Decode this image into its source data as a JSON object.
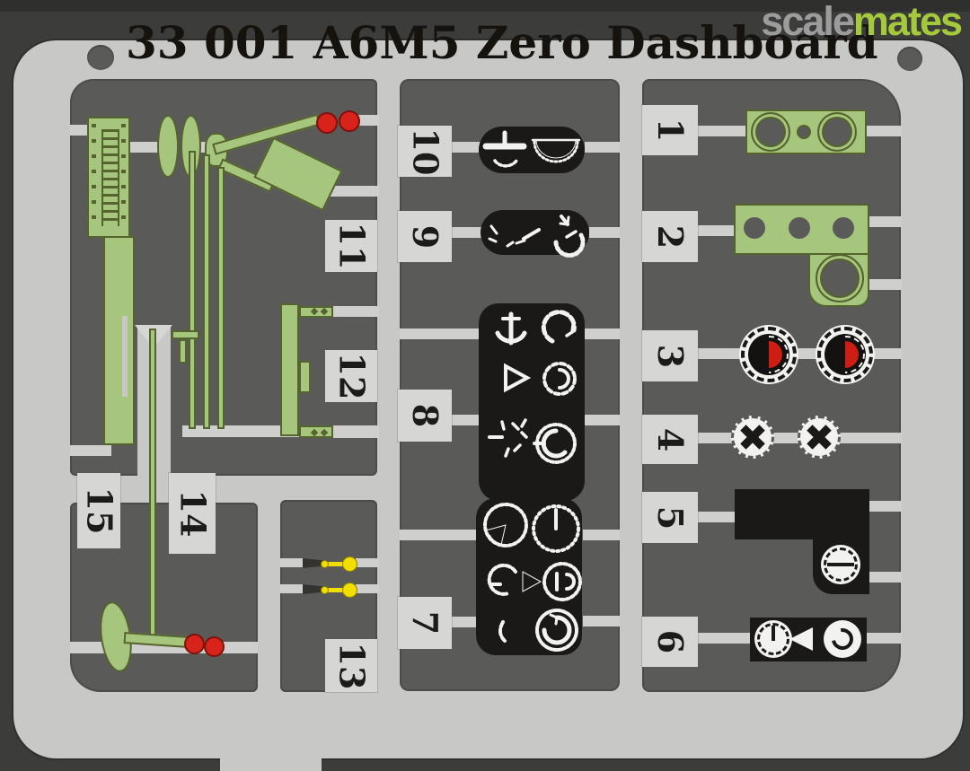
{
  "header": {
    "title": "33 001 A6M5 Zero Dashboard"
  },
  "watermark": {
    "scale": "scale",
    "mates": "mates"
  },
  "tabs": {
    "n1": "1",
    "n2": "2",
    "n3": "3",
    "n4": "4",
    "n5": "5",
    "n6": "6",
    "n7": "7",
    "n8": "8",
    "n9": "9",
    "n10": "10",
    "n11": "11",
    "n12": "12",
    "n13": "13",
    "n14": "14",
    "n15": "15"
  },
  "colors": {
    "background": "#3c3c3a",
    "frame": "#c8c8c6",
    "cutout": "#5a5a58",
    "runner": "#cfcfcd",
    "tab": "#d6d6d4",
    "part_green": "#a6c57d",
    "part_green_edge": "#55632f",
    "knob_red": "#d7231a",
    "tip_yellow": "#f2de00",
    "horizon_blue": "#6cb6e4",
    "panel_black": "#1b1917",
    "dial_white": "#f2f2f0",
    "dial_red": "#ce1d12",
    "logo_scale": "#9c9c9c",
    "logo_mates": "#a5c93c",
    "title_color": "#16130f"
  }
}
